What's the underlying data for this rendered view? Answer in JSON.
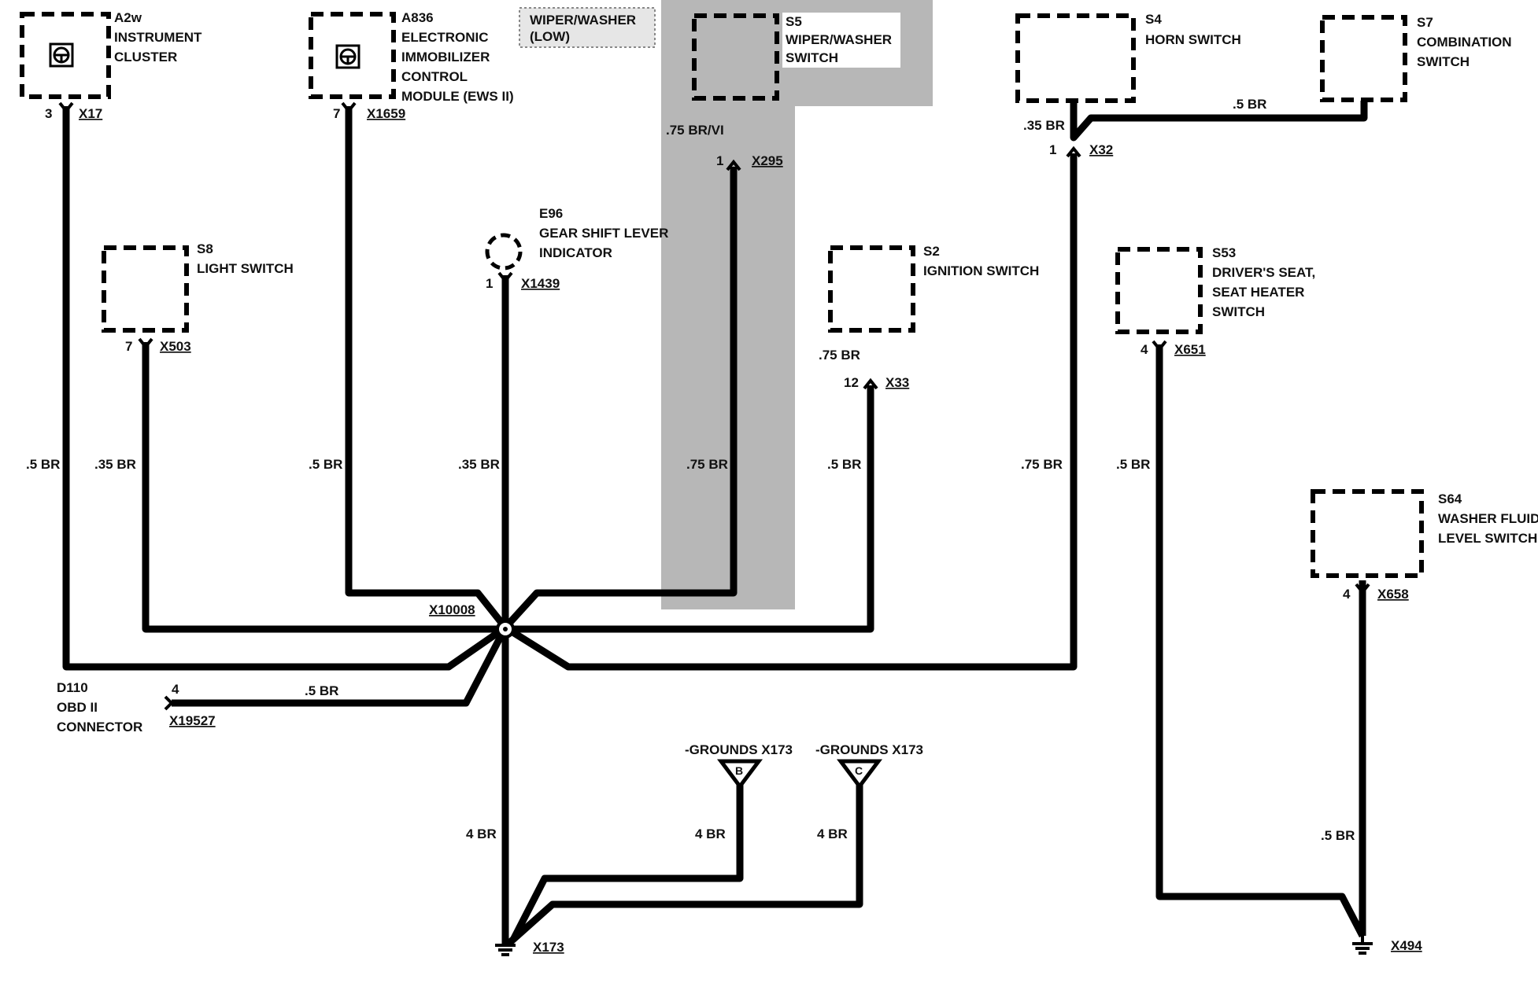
{
  "colors": {
    "wire": "#000000",
    "highlight": "#b7b7b7",
    "label_box_border": "#888888"
  },
  "highlight_label": [
    "WIPER/WASHER",
    "(LOW)"
  ],
  "components": {
    "a2w": {
      "ref": "A2w",
      "name_lines": [
        "INSTRUMENT",
        "CLUSTER"
      ],
      "pin": "3",
      "connector": "X17",
      "icon": "steering-wheel-icon"
    },
    "a836": {
      "ref": "A836",
      "name_lines": [
        "ELECTRONIC",
        "IMMOBILIZER",
        "CONTROL",
        "MODULE (EWS II)"
      ],
      "pin": "7",
      "connector": "X1659",
      "icon": "steering-wheel-icon"
    },
    "s5": {
      "ref": "S5",
      "name_lines": [
        "WIPER/WASHER",
        "SWITCH"
      ],
      "pin": "1",
      "connector": "X295",
      "wire": ".75 BR/VI"
    },
    "s4": {
      "ref": "S4",
      "name_lines": [
        "HORN SWITCH"
      ]
    },
    "s7": {
      "ref": "S7",
      "name_lines": [
        "COMBINATION",
        "SWITCH"
      ],
      "wire": ".5 BR"
    },
    "x32": {
      "pin": "1",
      "connector": "X32",
      "wire": ".35 BR"
    },
    "s8": {
      "ref": "S8",
      "name_lines": [
        "LIGHT SWITCH"
      ],
      "pin": "7",
      "connector": "X503"
    },
    "e96": {
      "ref": "E96",
      "name_lines": [
        "GEAR SHIFT LEVER",
        "INDICATOR"
      ],
      "pin": "1",
      "connector": "X1439"
    },
    "s2": {
      "ref": "S2",
      "name_lines": [
        "IGNITION SWITCH"
      ],
      "pin": "12",
      "connector": "X33",
      "wire": ".75 BR"
    },
    "s53": {
      "ref": "S53",
      "name_lines": [
        "DRIVER'S SEAT,",
        "SEAT HEATER",
        "SWITCH"
      ],
      "pin": "4",
      "connector": "X651"
    },
    "s64": {
      "ref": "S64",
      "name_lines": [
        "WASHER FLUID",
        "LEVEL SWITCH"
      ],
      "pin": "4",
      "connector": "X658"
    },
    "d110": {
      "ref": "D110",
      "name_lines": [
        "OBD II",
        "CONNECTOR"
      ],
      "pin": "4",
      "connector": "X19527",
      "wire": ".5 BR"
    }
  },
  "wires": {
    "a2w": ".5 BR",
    "s8": ".35 BR",
    "a836": ".5 BR",
    "e96": ".35 BR",
    "s5": ".75 BR",
    "s2": ".5 BR",
    "s4": ".75 BR",
    "s53": ".5 BR",
    "ground_main": "4 BR",
    "ground_b": "4 BR",
    "ground_c": "4 BR",
    "s64": ".5 BR"
  },
  "splice": {
    "connector": "X10008"
  },
  "grounds": {
    "b": {
      "label": "-GROUNDS X173",
      "letter": "B"
    },
    "c": {
      "label": "-GROUNDS X173",
      "letter": "C"
    },
    "x173": {
      "connector": "X173"
    },
    "x494": {
      "connector": "X494"
    }
  }
}
